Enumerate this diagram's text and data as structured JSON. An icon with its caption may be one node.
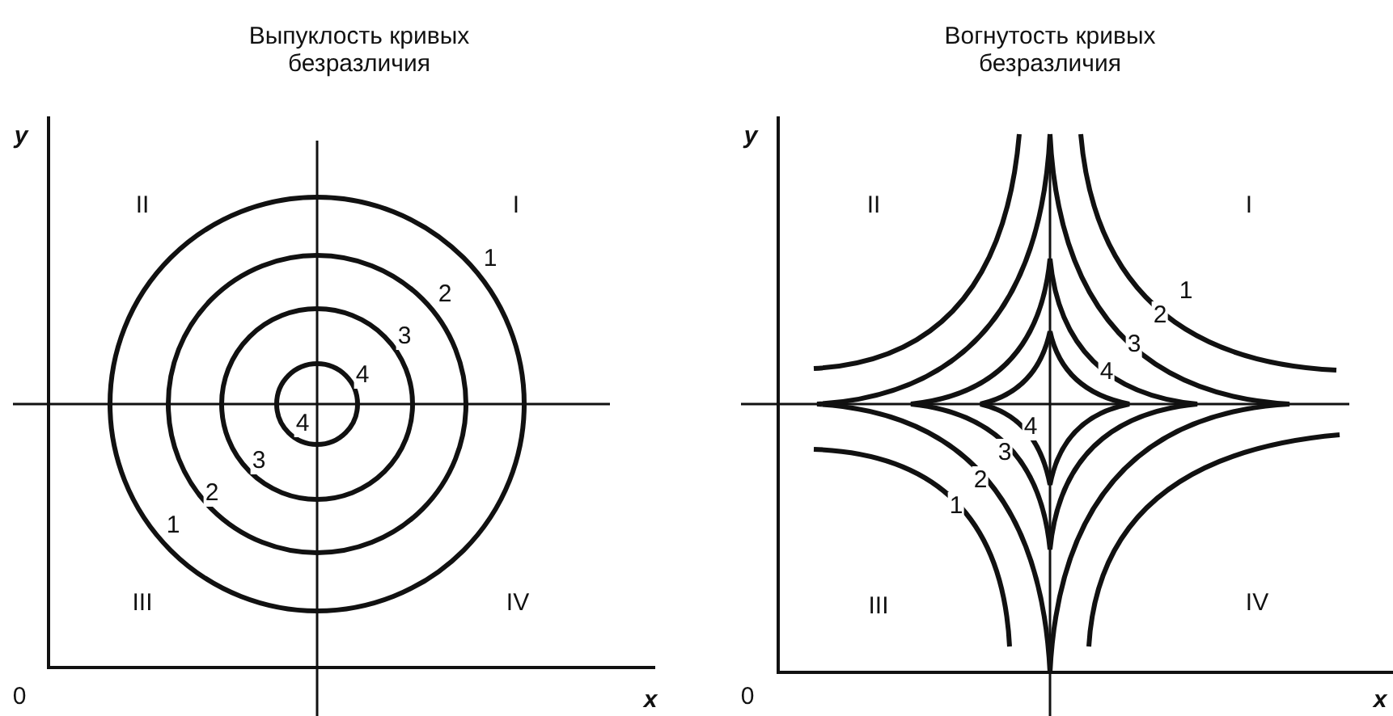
{
  "diagram": {
    "labels": [
      "Выпуклость кривых безразличия",
      "Вогнутость кривых безразличия",
      "y",
      "II",
      "I",
      "1",
      "2",
      "3",
      "4",
      "4",
      "3",
      "2",
      "1",
      "III",
      "IV",
      "0",
      "x",
      "y",
      "II",
      "I",
      "1",
      "2",
      "3",
      "4",
      "4",
      "3",
      "2",
      "1",
      "III",
      "IV",
      "0",
      "x"
    ]
  }
}
